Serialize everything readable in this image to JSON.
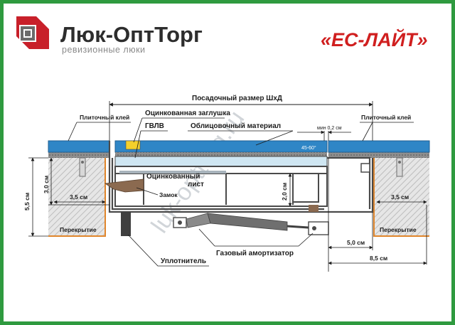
{
  "brand": {
    "name": "Люк-ОптТорг",
    "tagline": "ревизионные люки",
    "logo_icon": "lyuk-opttorg-logo-icon",
    "colors": {
      "logo_red": "#c8202a",
      "logo_gray": "#6b6b6b",
      "frame_green": "#2f9a3f"
    }
  },
  "product": {
    "title": "«ЕС-ЛАЙТ»",
    "color": "#d01f1f"
  },
  "diagram": {
    "watermark": "luk-opttorg.ru",
    "labels": {
      "seat_size": "Посадочный размер ШхД",
      "tile_glue_left": "Плиточный клей",
      "tile_glue_right": "Плиточный клей",
      "galv_plug": "Оцинкованная заглушка",
      "gvlv": "ГВЛВ",
      "facing_material": "Облицовочный материал",
      "min_gap": "мин 0,2 см",
      "angle": "45-60°",
      "galv_sheet": "Оцинкованный\nлист",
      "lock": "Замок",
      "ceiling_left": "Перекрытие",
      "ceiling_right": "Перекрытие",
      "seal": "Уплотнитель",
      "gas_spring": "Газовый амортизатор"
    },
    "dimensions": {
      "d_5_5": "5,5 см",
      "d_3_0": "3,0 см",
      "d_3_5_left": "3,5 см",
      "d_3_5_right": "3,5 см",
      "d_2_0": "2,0 см",
      "d_5_0": "5,0 см",
      "d_8_5": "8,5 см"
    },
    "colors": {
      "tile_blue": "#2f86c6",
      "glue_gray": "#8f8f8f",
      "gvlv_blue": "#cfe6f2",
      "frame_gray": "#4a4a4a",
      "ceiling_gray": "#d9d9d9",
      "ceiling_border": "#e0862c",
      "seal_dark": "#3f3f3f",
      "spring_gray": "#6f6f6f",
      "lock_brown": "#8b6a50",
      "plug_yellow": "#f4d02b"
    }
  }
}
